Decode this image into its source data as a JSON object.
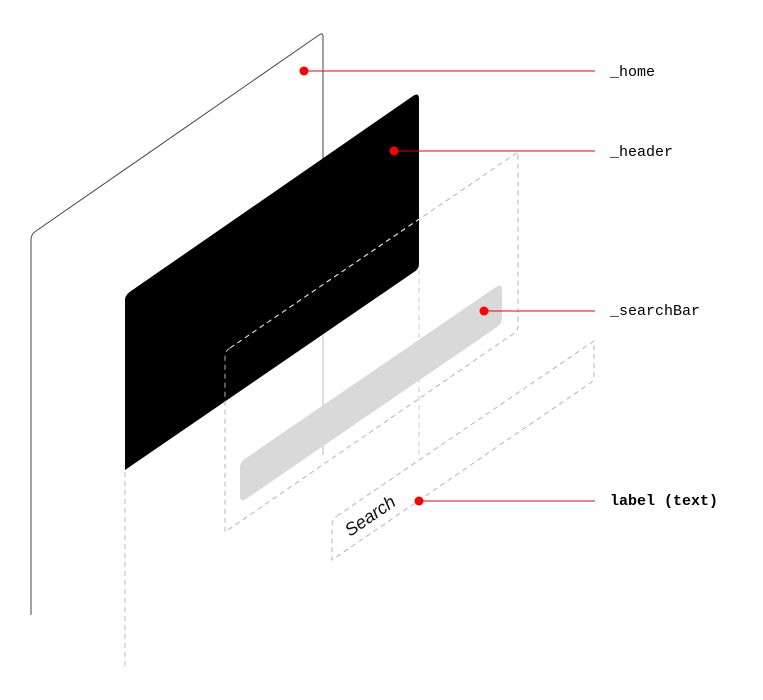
{
  "layers": [
    {
      "id": "home",
      "label": "_home"
    },
    {
      "id": "header",
      "label": "_header"
    },
    {
      "id": "searchBar",
      "label": "_searchBar"
    },
    {
      "id": "label",
      "label": "label (text)"
    }
  ],
  "search_text": "Search",
  "colors": {
    "accent": "#ff0000",
    "header_fill": "#000000",
    "searchbar_fill": "#d9d9d9",
    "dashed": "#b5b5b5"
  }
}
